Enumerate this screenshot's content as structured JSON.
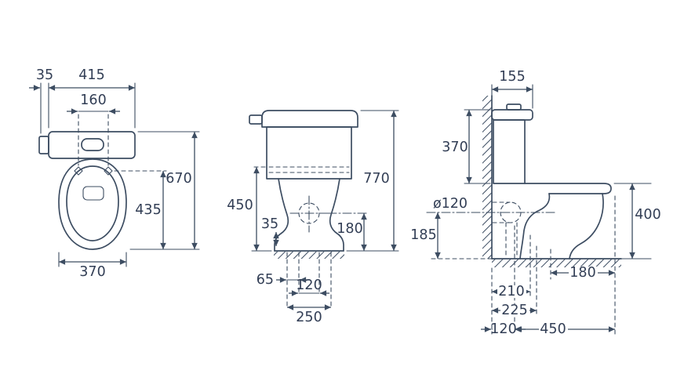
{
  "drawing": {
    "ink_color": "#3d4d62",
    "label_color": "#323e55",
    "background": "#ffffff",
    "views": {
      "top": {
        "tab_width": "35",
        "cistern_width": "415",
        "hinge_spacing": "160",
        "total_depth": "670",
        "seat_depth": "435",
        "bowl_width": "370"
      },
      "front": {
        "total_height": "770",
        "shelf_height": "450",
        "foot_detail": "35",
        "inlet_height": "180",
        "fixing_offset": "65",
        "fixing_spacing": "120",
        "base_width": "250"
      },
      "side": {
        "cistern_depth": "155",
        "cistern_height": "370",
        "outlet_diameter": "ø120",
        "outlet_height": "185",
        "bowl_height": "400",
        "front_span": "180",
        "fixing_depth_a": "210",
        "fixing_depth_b": "225",
        "outlet_offset": "120",
        "overall_depth": "450"
      }
    }
  }
}
